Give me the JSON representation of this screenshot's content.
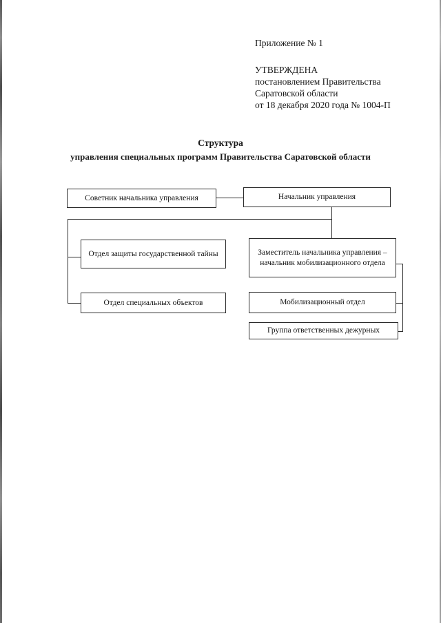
{
  "document": {
    "header": {
      "appendix": "Приложение № 1",
      "approval_label": "УТВЕРЖДЕНА",
      "approval_line1": "постановлением Правительства",
      "approval_line2": "Саратовской области",
      "approval_line3": "от 18 декабря 2020 года № 1004-П"
    },
    "title": {
      "line1": "Структура",
      "line2": "управления специальных программ Правительства Саратовской области"
    }
  },
  "chart_data": {
    "type": "diagram",
    "title": "Структура управления специальных программ Правительства Саратовской области",
    "nodes": [
      {
        "id": "advisor",
        "label": "Советник начальника управления"
      },
      {
        "id": "head",
        "label": "Начальник управления"
      },
      {
        "id": "secrecy",
        "label": "Отдел защиты государственной тайны"
      },
      {
        "id": "special",
        "label": "Отдел специальных объектов"
      },
      {
        "id": "deputy",
        "label": "Заместитель начальника управления – начальник мобилизационного отдела"
      },
      {
        "id": "mobdept",
        "label": "Мобилизационный отдел"
      },
      {
        "id": "dutygroup",
        "label": "Группа ответственных дежурных"
      }
    ],
    "edges": [
      {
        "from": "head",
        "to": "advisor"
      },
      {
        "from": "head",
        "to": "secrecy"
      },
      {
        "from": "head",
        "to": "special"
      },
      {
        "from": "head",
        "to": "deputy"
      },
      {
        "from": "deputy",
        "to": "mobdept"
      },
      {
        "from": "deputy",
        "to": "dutygroup"
      }
    ],
    "line_color": "#2b2b2b"
  }
}
